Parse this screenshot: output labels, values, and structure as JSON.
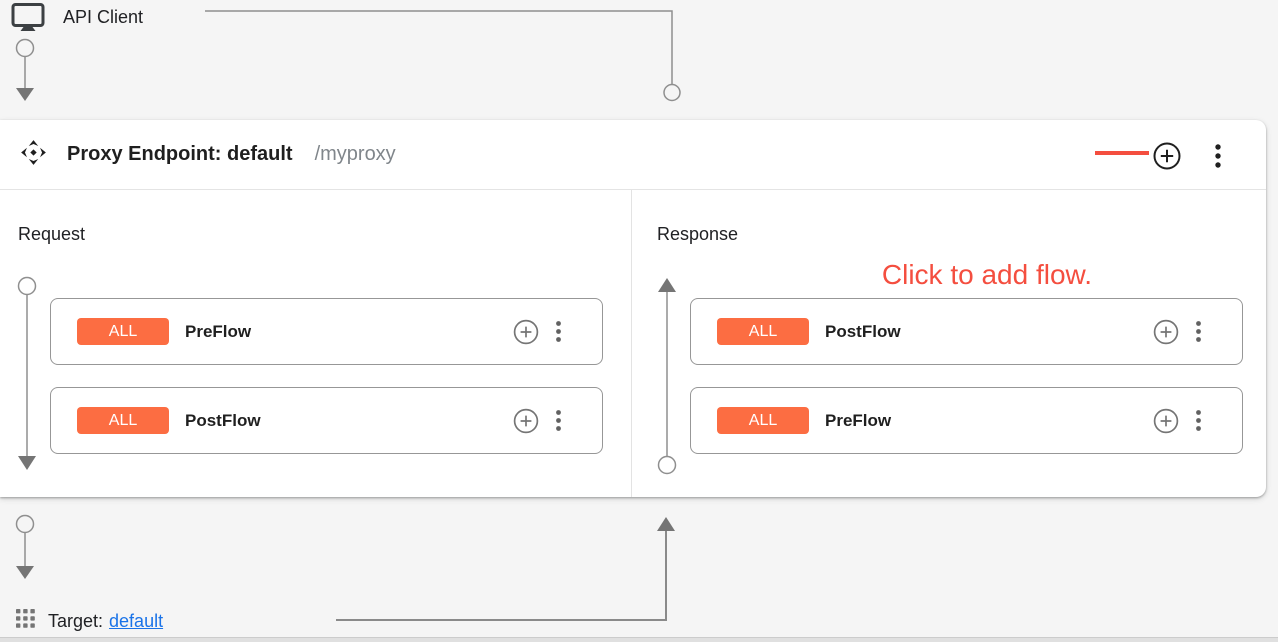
{
  "api_client": {
    "label": "API Client"
  },
  "proxy_endpoint": {
    "title": "Proxy Endpoint: default",
    "basepath": "/myproxy",
    "annotation": {
      "text": "Click to add flow."
    },
    "request": {
      "label": "Request",
      "flows": [
        {
          "condition": "ALL",
          "name": "PreFlow"
        },
        {
          "condition": "ALL",
          "name": "PostFlow"
        }
      ]
    },
    "response": {
      "label": "Response",
      "flows": [
        {
          "condition": "ALL",
          "name": "PostFlow"
        },
        {
          "condition": "ALL",
          "name": "PreFlow"
        }
      ]
    }
  },
  "target": {
    "label": "Target:",
    "name": "default"
  },
  "colors": {
    "annotation_red": "#f44e3f",
    "badge_orange": "#fc6d42",
    "link_blue": "#1a73e8",
    "connector_gray": "#8f8f8f",
    "panel_white": "#ffffff",
    "canvas_gray": "#f5f5f5"
  }
}
